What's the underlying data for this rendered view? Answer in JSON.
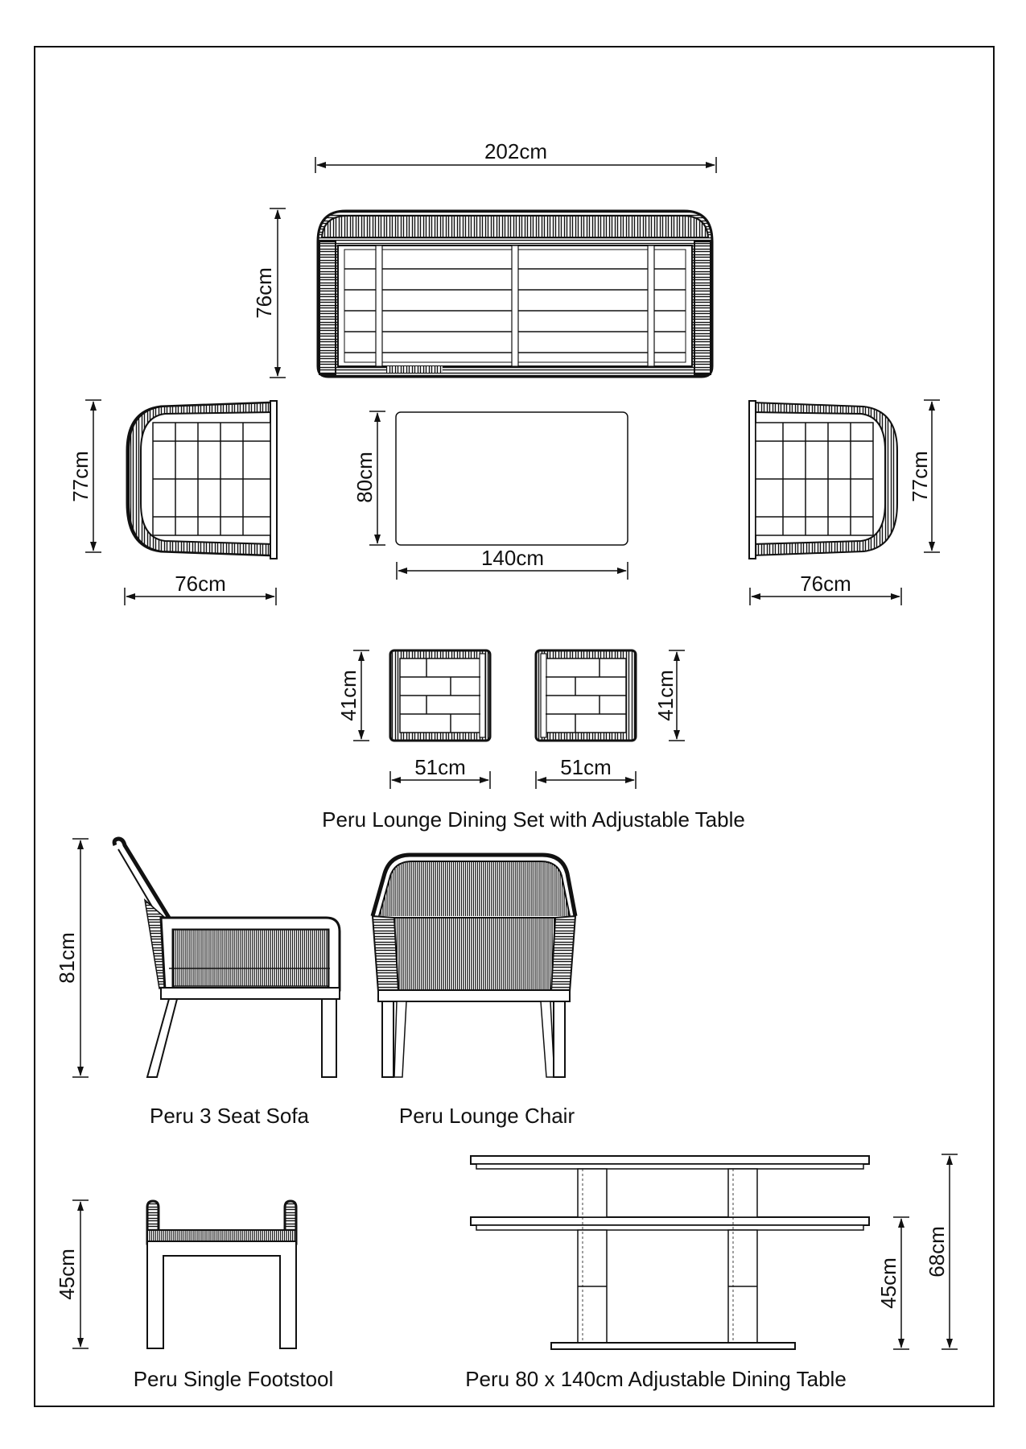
{
  "colors": {
    "line": "#111111",
    "background": "#ffffff"
  },
  "dimensions": {
    "sofa_width": "202cm",
    "sofa_depth": "76cm",
    "chair_left_depth": "77cm",
    "chair_left_width": "76cm",
    "table_depth": "80cm",
    "table_width": "140cm",
    "chair_right_depth": "77cm",
    "chair_right_width": "76cm",
    "stool_left_depth": "41cm",
    "stool_left_width": "51cm",
    "stool_right_depth": "41cm",
    "stool_right_width": "51cm",
    "sofa_height": "81cm",
    "footstool_height": "45cm",
    "table_low_height": "45cm",
    "table_high_height": "68cm"
  },
  "captions": {
    "set_title": "Peru Lounge Dining Set with Adjustable Table",
    "sofa": "Peru 3 Seat Sofa",
    "chair": "Peru Lounge Chair",
    "footstool": "Peru Single Footstool",
    "table": "Peru 80 x 140cm Adjustable Dining Table"
  }
}
